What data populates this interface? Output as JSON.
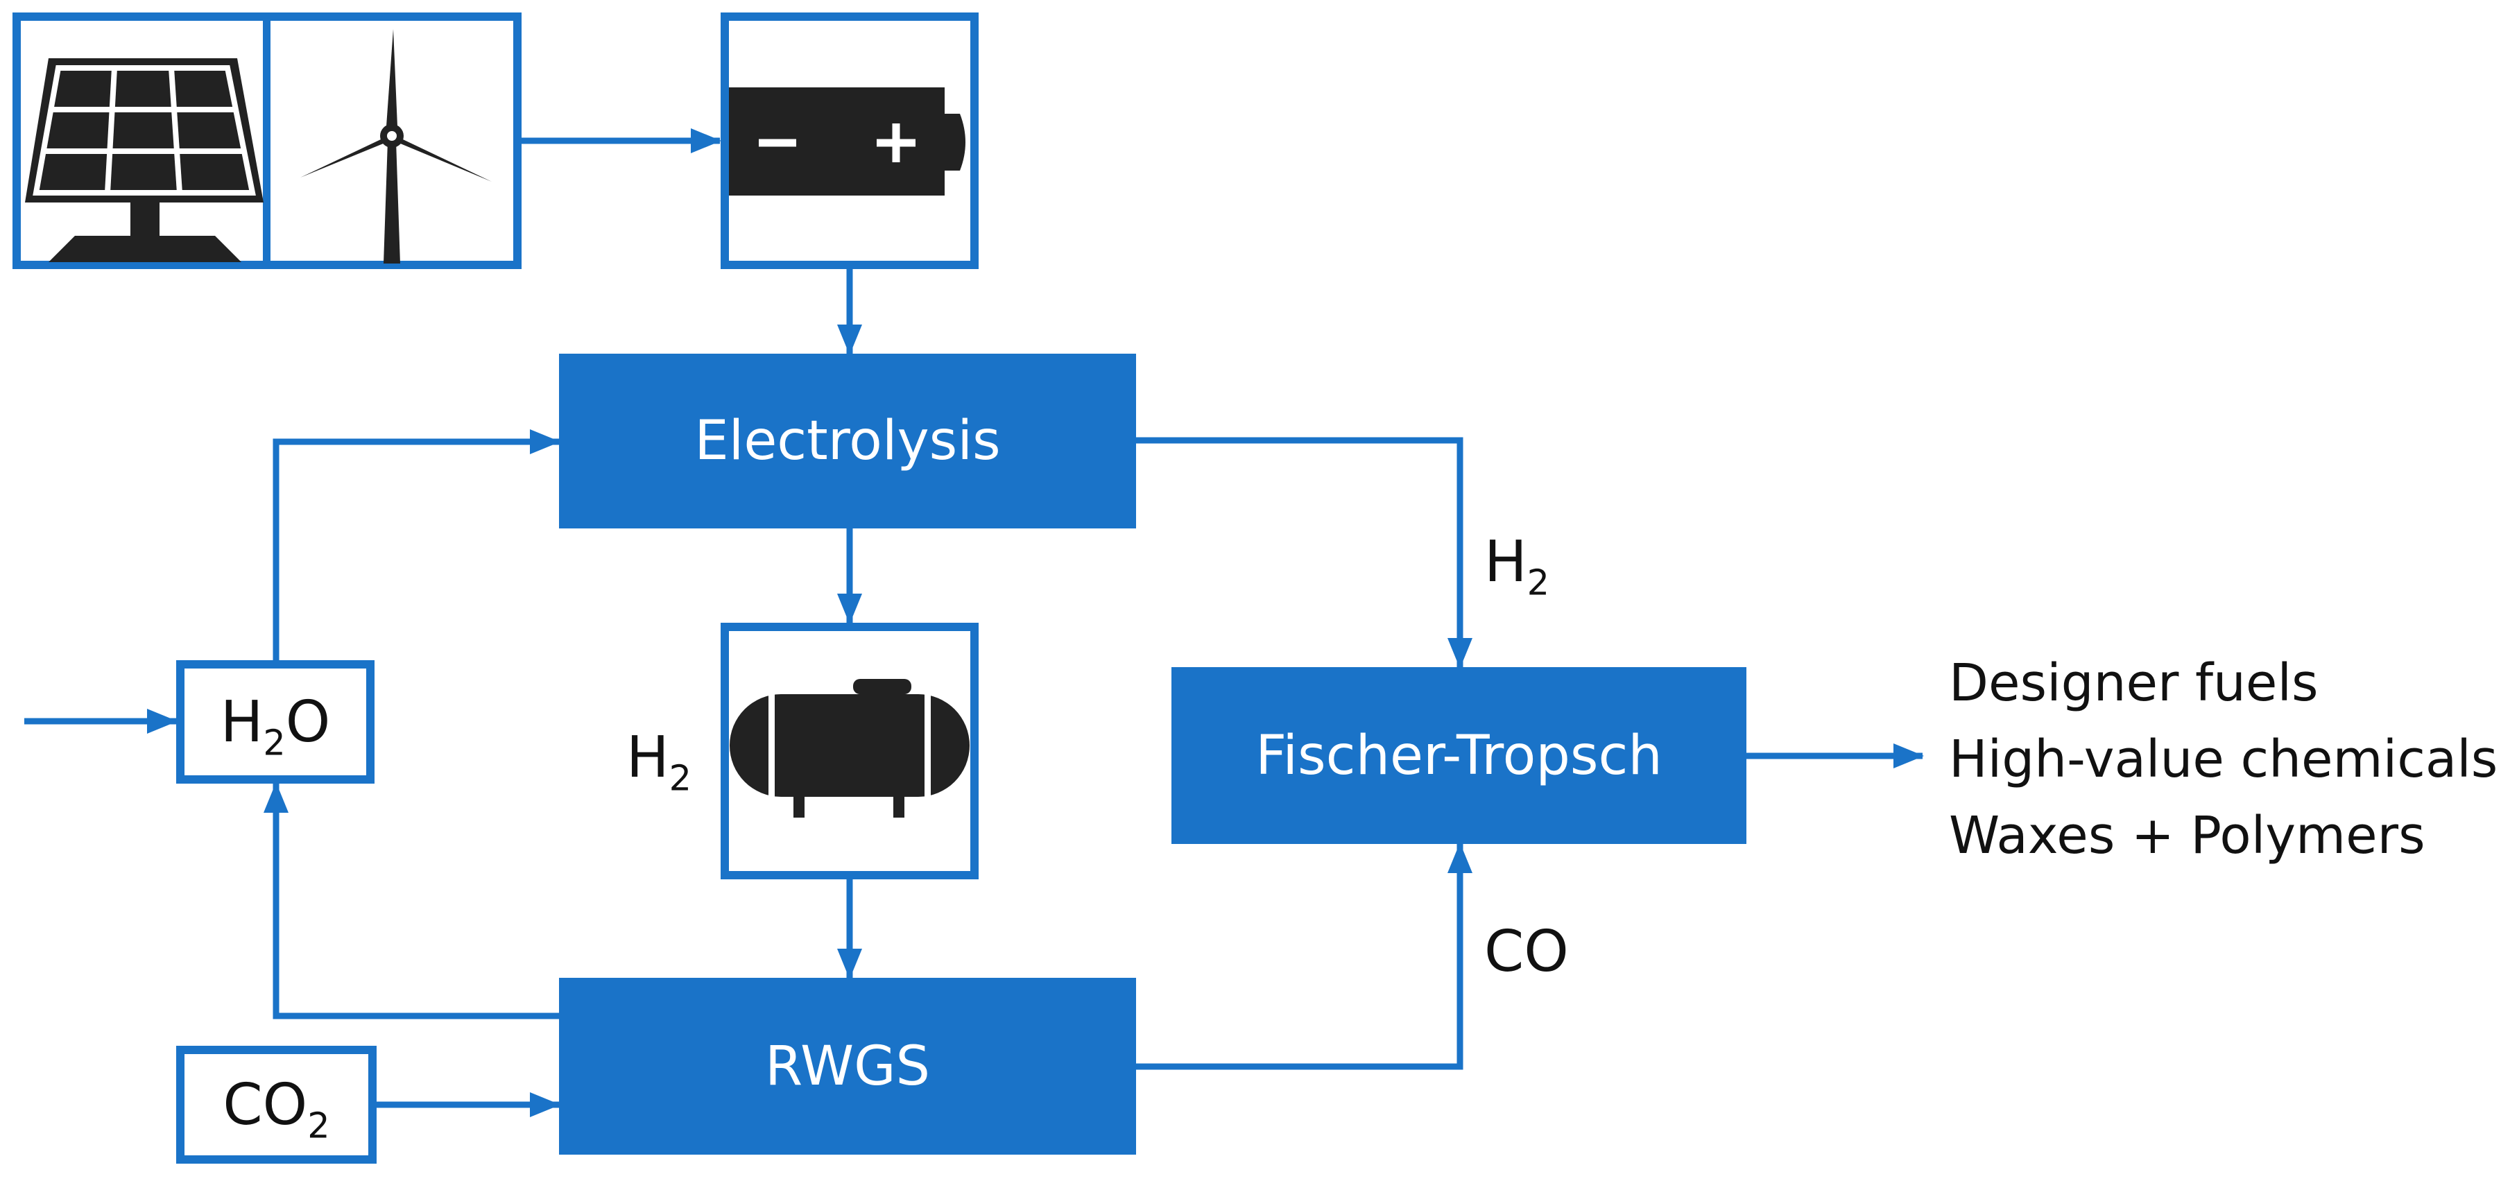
{
  "colors": {
    "accent": "#1a73c8",
    "icon": "#222222",
    "text": "#111111"
  },
  "icons": [
    "solar-panel-icon",
    "wind-turbine-icon",
    "battery-icon",
    "storage-tank-icon"
  ],
  "battery": {
    "minus": "−",
    "plus": "+"
  },
  "processes": {
    "electrolysis": "Electrolysis",
    "fischer_tropsch": "Fischer-Tropsch",
    "rwgs": "RWGS"
  },
  "species": {
    "water": {
      "main": "H",
      "sub": "2",
      "tail": "O"
    },
    "co2": {
      "main": "CO",
      "sub": "2"
    }
  },
  "labels": {
    "h2_storage": {
      "main": "H",
      "sub": "2"
    },
    "h2_flow": {
      "main": "H",
      "sub": "2"
    },
    "co_flow": "CO"
  },
  "products": [
    "Designer fuels",
    "High-value chemicals",
    "Waxes + Polymers"
  ]
}
